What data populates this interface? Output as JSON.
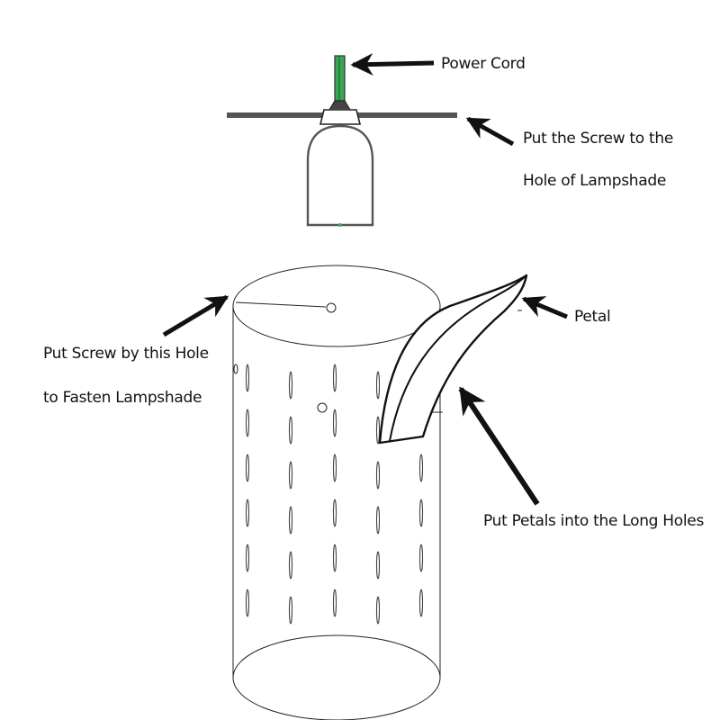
{
  "labels": {
    "power_cord": "Power Cord",
    "screw_line1": "Put the Screw to the",
    "screw_line2": "Hole of Lampshade",
    "petal": "Petal",
    "fasten_line1": "Put Screw by this Hole",
    "fasten_line2": "to Fasten Lampshade",
    "long_holes": "Put Petals into the Long Holes"
  },
  "colors": {
    "line": "#222222",
    "cord": "#3aa655",
    "bar": "#555555",
    "background": "#ffffff"
  }
}
